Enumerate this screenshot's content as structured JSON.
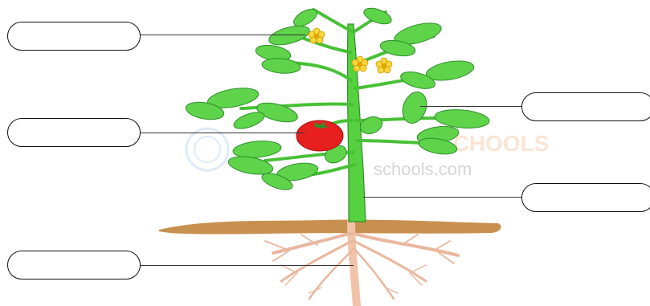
{
  "diagram": {
    "watermark": {
      "brand": "SCHOOLS",
      "url": "schools.com"
    },
    "colors": {
      "leaf": "#5fd34a",
      "leaf_dark": "#2e8f2a",
      "stem": "#56d13f",
      "flower": "#ffd43b",
      "fruit": "#e81f1f",
      "soil": "#c8904f",
      "root": "#f2c3a8",
      "root_line": "#c99a86"
    },
    "labels": [
      {
        "id": "flower",
        "text": ""
      },
      {
        "id": "fruit",
        "text": ""
      },
      {
        "id": "root",
        "text": ""
      },
      {
        "id": "leaf",
        "text": ""
      },
      {
        "id": "stem",
        "text": ""
      }
    ]
  }
}
